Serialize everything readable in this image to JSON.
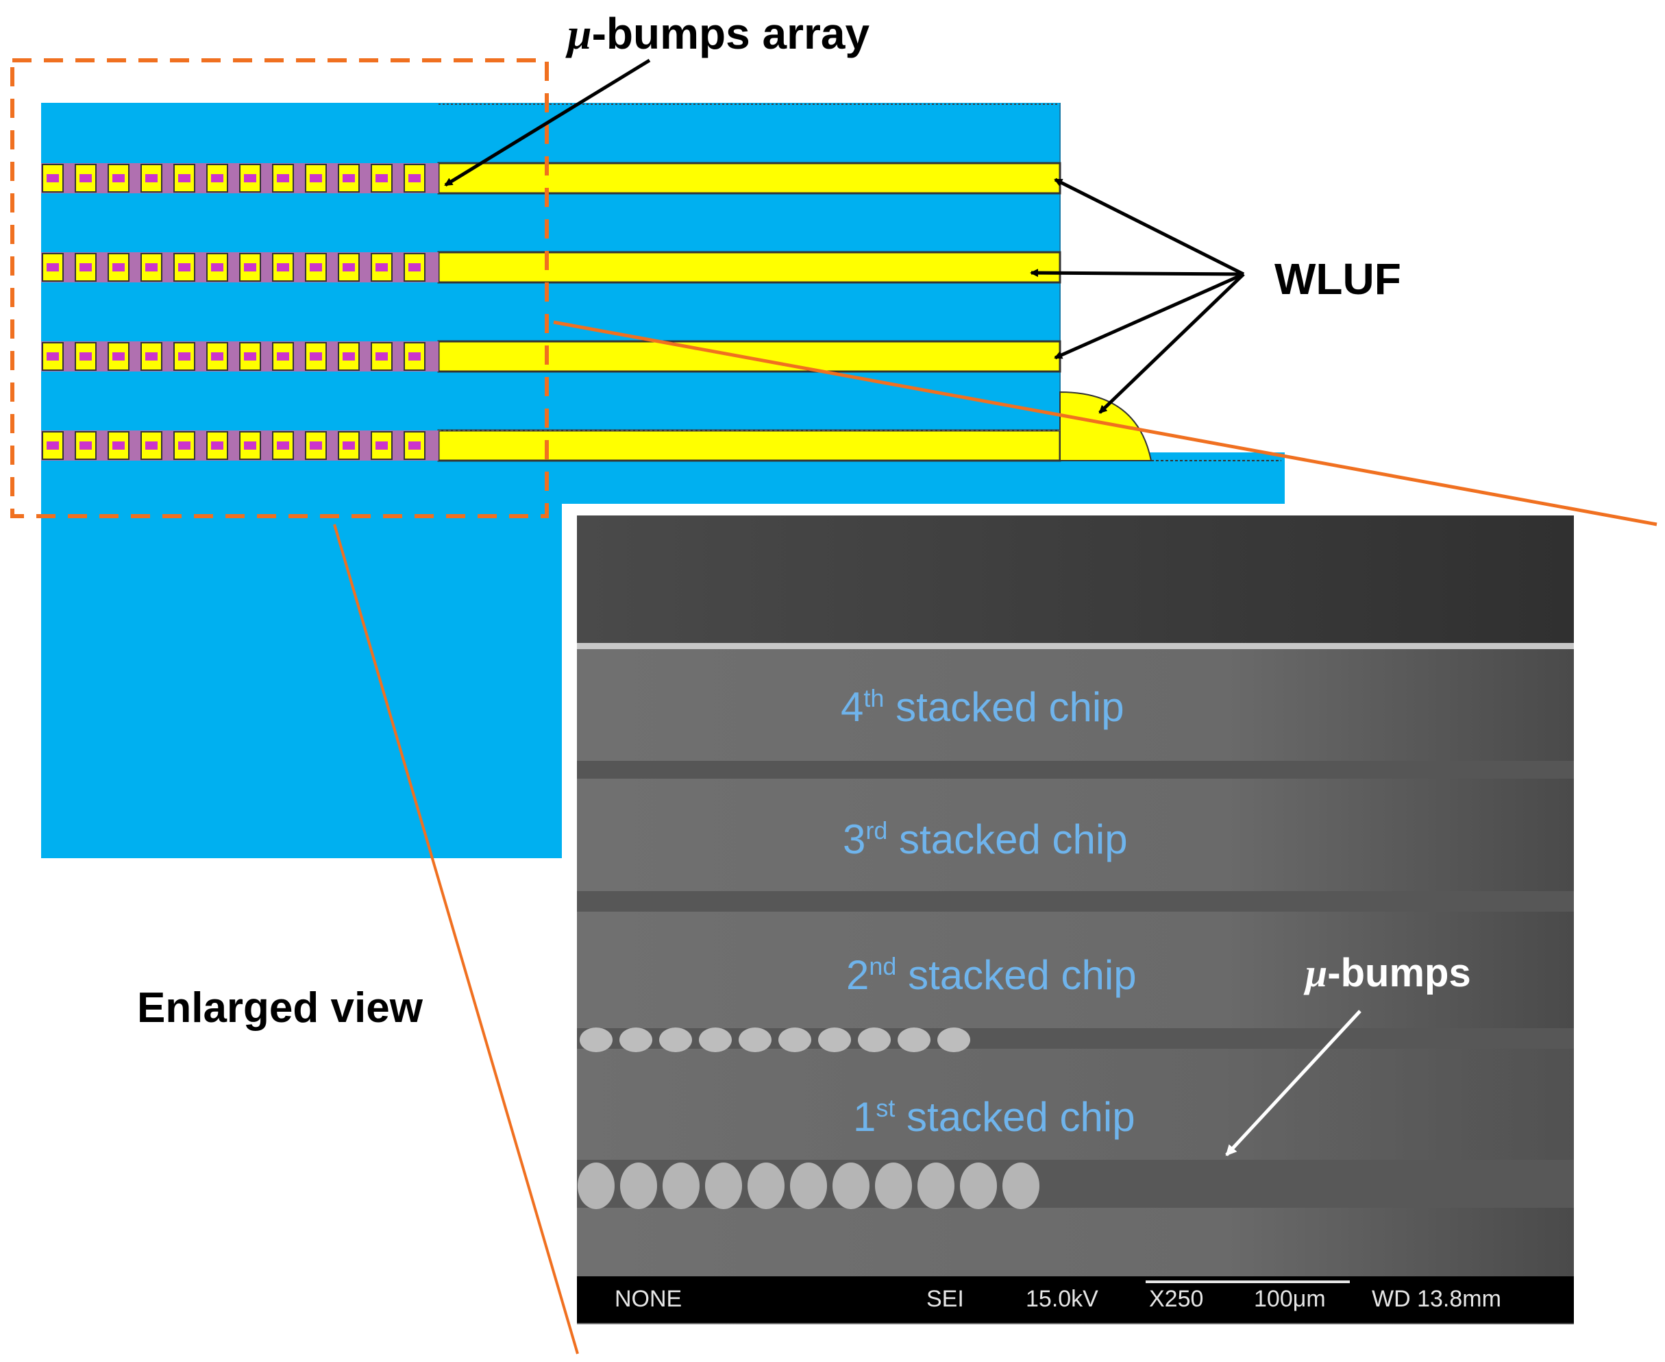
{
  "labels": {
    "mu_bumps_array": {
      "symbol": "μ",
      "text": "-bumps array"
    },
    "wluf": "WLUF",
    "enlarged_view": "Enlarged view"
  },
  "sem": {
    "chips": [
      {
        "num": "4",
        "sup": "th",
        "rest": " stacked chip"
      },
      {
        "num": "3",
        "sup": "rd",
        "rest": " stacked chip"
      },
      {
        "num": "2",
        "sup": "nd",
        "rest": " stacked chip"
      },
      {
        "num": "1",
        "sup": "st",
        "rest": " stacked chip"
      }
    ],
    "bumps_label": {
      "symbol": "μ",
      "text": "-bumps"
    },
    "info_bar": {
      "signal": "NONE",
      "detector": "SEI",
      "voltage": "15.0kV",
      "magnification": "X250",
      "scale": "100μm",
      "working_distance": "WD 13.8mm"
    }
  },
  "colors": {
    "die": "#00b0f0",
    "underfill": "#ffff00",
    "bump_magenta": "#cc33cc",
    "callout_orange": "#f07020",
    "sem_text": "#6fb4ec"
  }
}
